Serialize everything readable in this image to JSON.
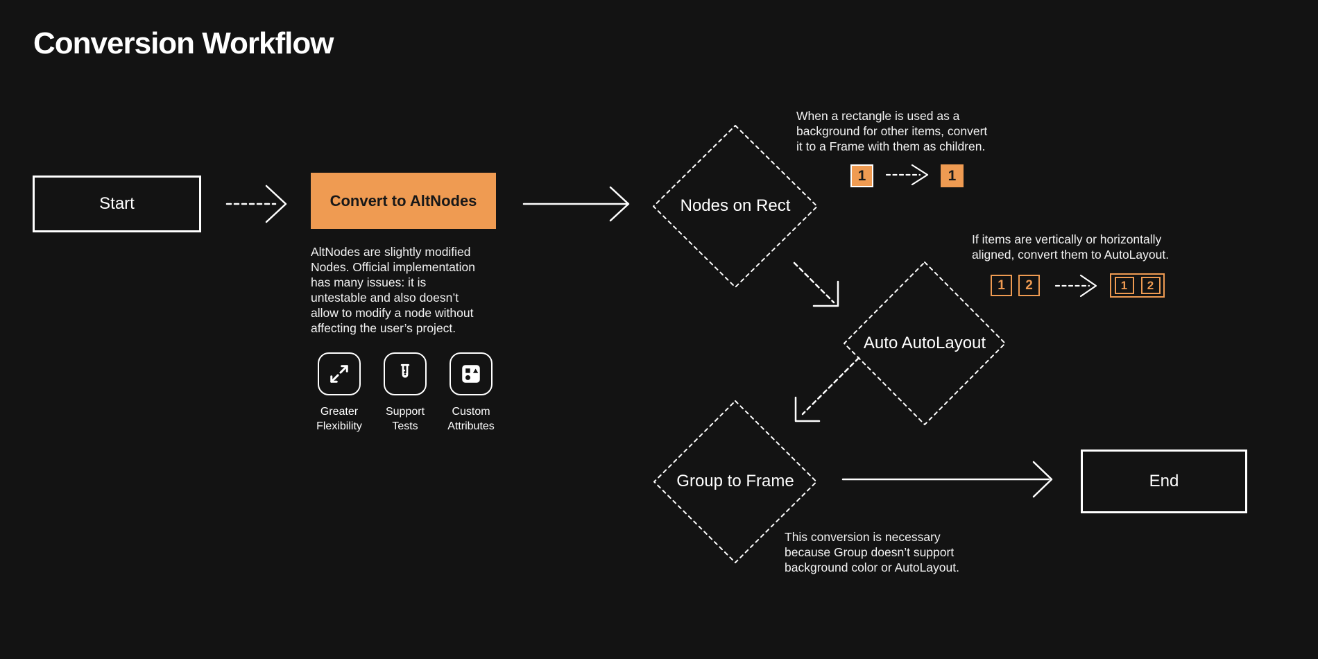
{
  "page": {
    "title": "Conversion Workflow",
    "colors": {
      "background": "#131313",
      "accent_orange": "#EF9B52",
      "line_white": "#FFFFFF",
      "node_text_dark": "#181818"
    }
  },
  "nodes": {
    "start": {
      "label": "Start",
      "shape": "rectangle-outline"
    },
    "convert": {
      "label": "Convert to AltNodes",
      "shape": "rectangle-filled-orange"
    },
    "nodes_on_rect": {
      "label": "Nodes on Rect",
      "shape": "diamond-dashed"
    },
    "auto_autolayout": {
      "label": "Auto AutoLayout",
      "shape": "diamond-dashed"
    },
    "group_to_frame": {
      "label": "Group to Frame",
      "shape": "diamond-dashed"
    },
    "end": {
      "label": "End",
      "shape": "rectangle-outline"
    }
  },
  "altnodes_note": {
    "text": [
      "AltNodes are slightly modified",
      "Nodes. Official implementation",
      "has many issues: it is",
      "untestable and also doesn’t",
      "allow to modify a node without",
      "affecting the user’s project."
    ]
  },
  "features": {
    "flexibility": {
      "icon": "expand-arrows-icon",
      "label": [
        "Greater",
        "Flexibility"
      ]
    },
    "tests": {
      "icon": "test-tube-icon",
      "label": [
        "Support",
        "Tests"
      ]
    },
    "attributes": {
      "icon": "shapes-icon",
      "label": [
        "Custom",
        "Attributes"
      ]
    }
  },
  "annotations": {
    "rect_to_frame": {
      "text": [
        "When a rectangle is used as a",
        "background for other items, convert",
        "it to a Frame with them as children."
      ],
      "before_label": "1",
      "after_label": "1"
    },
    "autolayout": {
      "text": [
        "If items are vertically or horizontally",
        "aligned, convert them to AutoLayout."
      ],
      "items_before": [
        "1",
        "2"
      ],
      "items_after": [
        "1",
        "2"
      ]
    },
    "group_to_frame": {
      "text": [
        "This conversion is necessary",
        "because Group doesn’t support",
        "background color or AutoLayout."
      ]
    }
  }
}
